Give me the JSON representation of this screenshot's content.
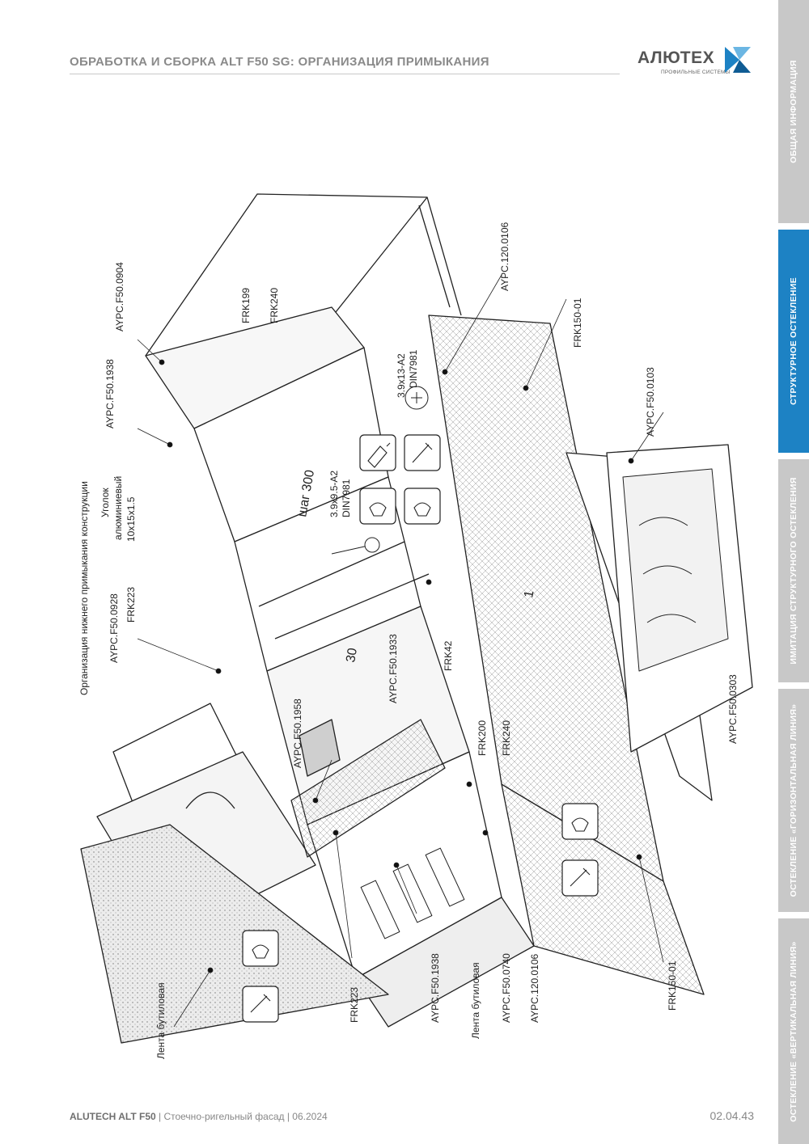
{
  "header": {
    "title": "ОБРАБОТКА И СБОРКА ALT F50 SG: ОРГАНИЗАЦИЯ ПРИМЫКАНИЯ",
    "logo_text": "АЛЮТЕХ",
    "logo_sub": "ПРОФИЛЬНЫЕ СИСТЕМЫ",
    "logo_color": "#1d82c4"
  },
  "side_tabs": [
    {
      "label": "ОБЩАЯ ИНФОРМАЦИЯ",
      "active": false
    },
    {
      "label": "СТРУКТУРНОЕ ОСТЕКЛЕНИЕ",
      "active": true
    },
    {
      "label": "ИМИТАЦИЯ СТРУКТУРНОГО ОСТЕКЛЕНИЯ",
      "active": false
    },
    {
      "label": "ОСТЕКЛЕНИЕ «ГОРИЗОНТАЛЬНАЯ ЛИНИЯ»",
      "active": false
    },
    {
      "label": "ОСТЕКЛЕНИЕ «ВЕРТИКАЛЬНАЯ ЛИНИЯ»",
      "active": false
    }
  ],
  "drawing": {
    "labels": {
      "l_f50_0904": "AYPC.F50.0904",
      "l_f50_1938_top": "AYPC.F50.1938",
      "l_frk199": "FRK199",
      "l_frk240_top": "FRK240",
      "l_120_0106_top": "AYPC.120.0106",
      "l_frk150_top": "FRK150-01",
      "l_f50_0103": "AYPC.F50.0103",
      "l_screw_a": "3.9x13-A2",
      "l_screw_a_din": "DIN7981",
      "l_screw_b": "3.9x9.5-A2",
      "l_screw_b_din": "DIN7981",
      "l_shag": "шаг 300",
      "l_ugolok_1": "Уголок",
      "l_ugolok_2": "алюминиевый",
      "l_ugolok_3": "10x15x1.5",
      "l_org": "Организация нижнего примыкания конструкции",
      "l_f50_0928": "AYPC.F50.0928",
      "l_frk223_top": "FRK223",
      "l_f50_1958": "AYPC.F50.1958",
      "l_f50_1933": "AYPC.F50.1933",
      "l_30": "30",
      "l_1": "1",
      "l_frk42": "FRK42",
      "l_frk200": "FRK200",
      "l_frk240_mid": "FRK240",
      "l_f50_0303": "AYPC.F50.0303",
      "l_lenta_1": "Лента бутиловая",
      "l_frk223_bot": "FRK223",
      "l_f50_1938_bot": "AYPC.F50.1938",
      "l_lenta_2": "Лента бутиловая",
      "l_f50_0740": "AYPC.F50.0740",
      "l_120_0106_bot": "AYPC.120.0106",
      "l_frk150_bot": "FRK150-01"
    }
  },
  "footer": {
    "brand": "ALUTECH ALT F50",
    "text": " | Стоечно-ригельный фасад | 06.2024",
    "page": "02.04.43"
  }
}
